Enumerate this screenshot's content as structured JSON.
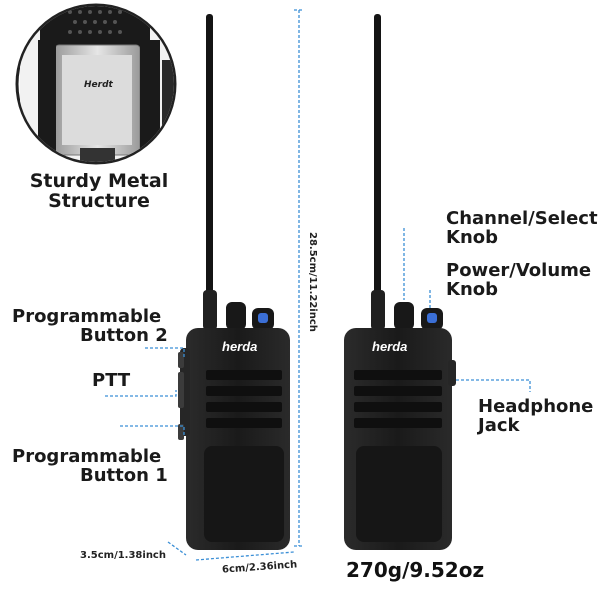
{
  "callouts": {
    "sturdy": "Sturdy Metal\nStructure",
    "prog2_line1": "Programmable",
    "prog2_line2": "Button 2",
    "ptt": "PTT",
    "prog1_line1": "Programmable",
    "prog1_line2": "Button 1",
    "channel_line1": "Channel/Select",
    "channel_line2": "Knob",
    "power_line1": "Power/Volume",
    "power_line2": "Knob",
    "headphone_line1": "Headphone",
    "headphone_line2": "Jack"
  },
  "dimensions": {
    "height": "28.5cm/11.22inch",
    "depth": "3.5cm/1.38inch",
    "width": "6cm/2.36inch",
    "weight": "270g/9.52oz"
  },
  "brand": {
    "logo_text": "herda",
    "battery_brand": "Herdt"
  },
  "colors": {
    "callout_line": "#3b8fd6",
    "radio_body": "#1c1c1c",
    "text": "#1a1a1a"
  }
}
